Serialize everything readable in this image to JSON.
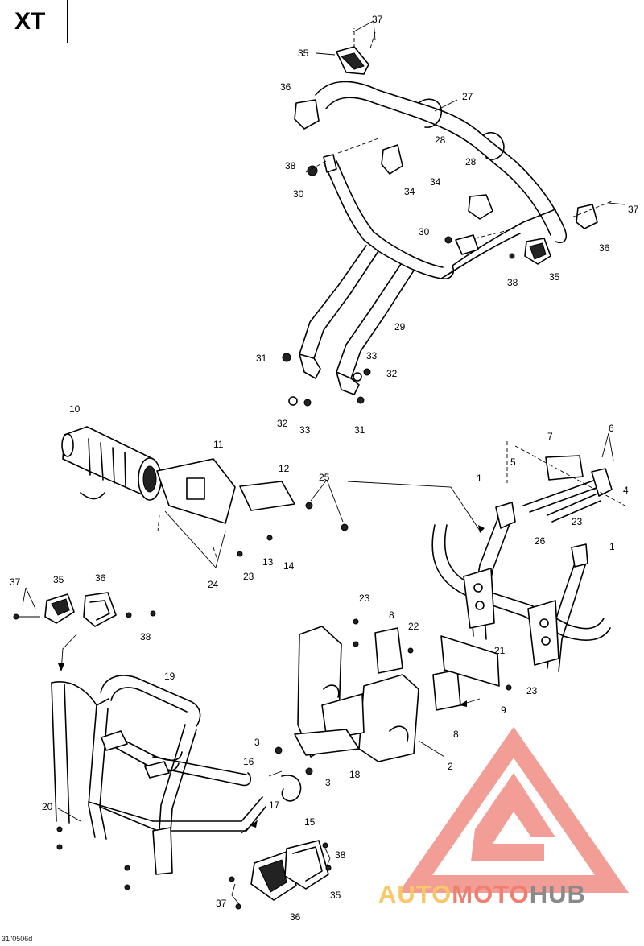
{
  "model_label": "XT",
  "figure_code": "31\"0506d",
  "watermark": {
    "part_1": "AUTO",
    "part_2": "MOTO",
    "part_3": "HUB",
    "color_1": "#f7c768",
    "color_2": "#ef7f71",
    "color_3": "#8a8a8a",
    "logo_color": "#f08d84"
  },
  "callouts": [
    {
      "id": "c37a",
      "num": "37"
    },
    {
      "id": "c35a",
      "num": "35"
    },
    {
      "id": "c36a",
      "num": "36"
    },
    {
      "id": "c27",
      "num": "27"
    },
    {
      "id": "c28a",
      "num": "28"
    },
    {
      "id": "c38a",
      "num": "38"
    },
    {
      "id": "c30a",
      "num": "30"
    },
    {
      "id": "c34a",
      "num": "34"
    },
    {
      "id": "c28b",
      "num": "28"
    },
    {
      "id": "c34b",
      "num": "34"
    },
    {
      "id": "c37b",
      "num": "37"
    },
    {
      "id": "c36b",
      "num": "36"
    },
    {
      "id": "c30b",
      "num": "30"
    },
    {
      "id": "c35b",
      "num": "35"
    },
    {
      "id": "c38b",
      "num": "38"
    },
    {
      "id": "c29",
      "num": "29"
    },
    {
      "id": "c31a",
      "num": "31"
    },
    {
      "id": "c33a",
      "num": "33"
    },
    {
      "id": "c32a",
      "num": "32"
    },
    {
      "id": "c32b",
      "num": "32"
    },
    {
      "id": "c33b",
      "num": "33"
    },
    {
      "id": "c31b",
      "num": "31"
    },
    {
      "id": "c10",
      "num": "10"
    },
    {
      "id": "c11",
      "num": "11"
    },
    {
      "id": "c12",
      "num": "12"
    },
    {
      "id": "c25",
      "num": "25"
    },
    {
      "id": "c13",
      "num": "13"
    },
    {
      "id": "c14",
      "num": "14"
    },
    {
      "id": "c23a",
      "num": "23"
    },
    {
      "id": "c24",
      "num": "24"
    },
    {
      "id": "c7",
      "num": "7"
    },
    {
      "id": "c6",
      "num": "6"
    },
    {
      "id": "c5",
      "num": "5"
    },
    {
      "id": "c4",
      "num": "4"
    },
    {
      "id": "c1a",
      "num": "1"
    },
    {
      "id": "c26",
      "num": "26"
    },
    {
      "id": "c23b",
      "num": "23"
    },
    {
      "id": "c1b",
      "num": "1"
    },
    {
      "id": "c37c",
      "num": "37"
    },
    {
      "id": "c35c",
      "num": "35"
    },
    {
      "id": "c36c",
      "num": "36"
    },
    {
      "id": "c38c",
      "num": "38"
    },
    {
      "id": "c23c",
      "num": "23"
    },
    {
      "id": "c8a",
      "num": "8"
    },
    {
      "id": "c22",
      "num": "22"
    },
    {
      "id": "c21",
      "num": "21"
    },
    {
      "id": "c23d",
      "num": "23"
    },
    {
      "id": "c9",
      "num": "9"
    },
    {
      "id": "c8b",
      "num": "8"
    },
    {
      "id": "c19",
      "num": "19"
    },
    {
      "id": "c3a",
      "num": "3"
    },
    {
      "id": "c16",
      "num": "16"
    },
    {
      "id": "c18",
      "num": "18"
    },
    {
      "id": "c3b",
      "num": "3"
    },
    {
      "id": "c2",
      "num": "2"
    },
    {
      "id": "c17",
      "num": "17"
    },
    {
      "id": "c15",
      "num": "15"
    },
    {
      "id": "c20",
      "num": "20"
    },
    {
      "id": "c38d",
      "num": "38"
    },
    {
      "id": "c35d",
      "num": "35"
    },
    {
      "id": "c37d",
      "num": "37"
    },
    {
      "id": "c36d",
      "num": "36"
    }
  ]
}
